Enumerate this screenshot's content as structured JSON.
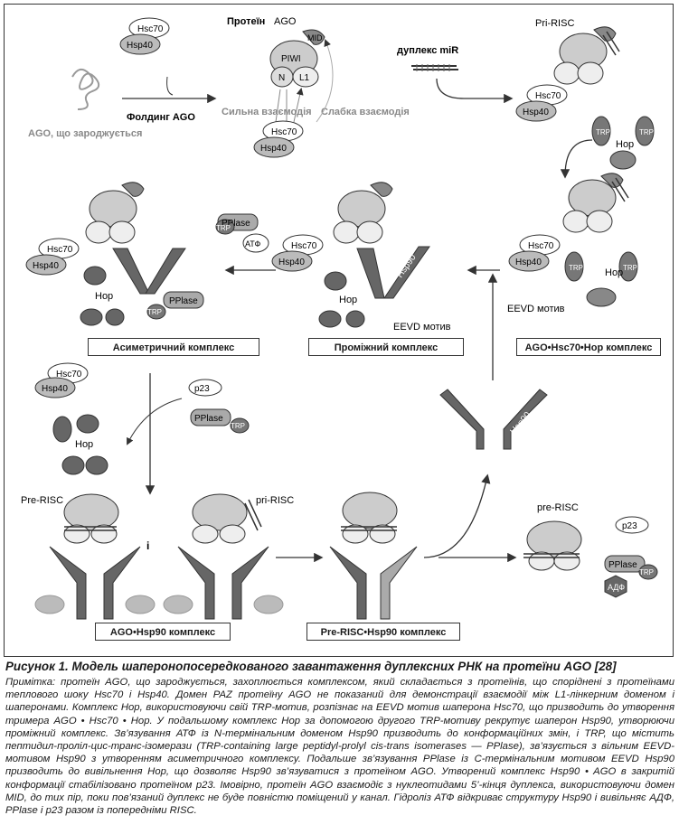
{
  "figure": {
    "agoProtein": "Протеїн",
    "agoName": "AGO",
    "mid": "MID",
    "piwi": "PIWI",
    "n": "N",
    "l1": "L1",
    "hsc70": "Hsc70",
    "hsp40": "Hsp40",
    "hsp90": "Hsp90",
    "hop": "Hop",
    "trp": "TRP",
    "pplase": "PPlase",
    "atp": "АТФ",
    "adp": "АДФ",
    "p23": "p23",
    "nascentAgo": "AGO, що зароджується",
    "foldingAgo": "Фолдинг AGO",
    "strongInteraction": "Сильна взаємодія",
    "weakInteraction": "Слабка взаємодія",
    "duplexMiR": "дуплекс miR",
    "priRiscTop": "Pri-RISC",
    "eevdMotif": "EEVD мотив",
    "eevdMotif2": "EEVD мотив",
    "preRiscLeft": "Pre-RISC",
    "priRiscLower": "pri-RISC",
    "andSign": "і",
    "preRiscRight": "pre-RISC"
  },
  "boxes": {
    "asymmetric": "Асиметричний комплекс",
    "intermediate": "Проміжний комплекс",
    "agoHsc70Hop": "AGO•Hsc70•Hop комплекс",
    "agoHsp90": "AGO•Hsp90 комплекс",
    "preRiscHsp90": "Pre-RISC•Hsp90 комплекс"
  },
  "caption": "Рисунок 1. Модель шаперонопосередкованого завантаження дуплексних РНК на протеїни AGO [28]",
  "notes": "Примітка: протеїн AGO, що зароджується, захоплюється комплексом, який складається з протеїнів, що споріднені з протеїнами теплового шоку Hsc70 і Hsp40. Домен PAZ протеїну AGO не показаний для демонстрації взаємодії між L1-лінкерним доменом і шаперонами. Комплекс Hop, використовуючи свій TRP-мотив, розпізнає на EEVD мотив шаперона Hsc70, що призводить до утворення тримера AGO • Hsc70 • Hop. У подальшому комплекс Hop за допомогою другого TRP-мотиву рекрутує шаперон Hsp90, утворюючи проміжний комплекс. Зв’язування АТФ із N-термінальним доменом Hsp90 призводить до конформаційних змін, і TRP, що містить пептидил-проліл-цис-транс-ізомерази (TRP-containing large peptidyl-prolyl cis-trans isomerases — PPlase), зв’язується з вільним EEVD-мотивом Hsp90 з утворенням асиметричного комплексу. Подальше зв’язування PPlase із C-термінальним мотивом EEVD Hsp90 призводить до вивільнення Hop, що дозволяє Hsp90 зв’язуватися з протеїном AGO. Утворений комплекс Hsp90 • AGO в закритій конформації стабілізовано протеїном p23. Імовірно, протеїн AGO взаємодіє з нуклеотидами 5’-кінця дуплекса, використовуючи домен MID, до тих пір, поки пов’язаний дуплекс не буде повністю поміщений у канал. Гідроліз АТФ відкриває структуру Hsp90 і вивільняє АДФ, PPlase і p23 разом із попередніми RISC."
}
